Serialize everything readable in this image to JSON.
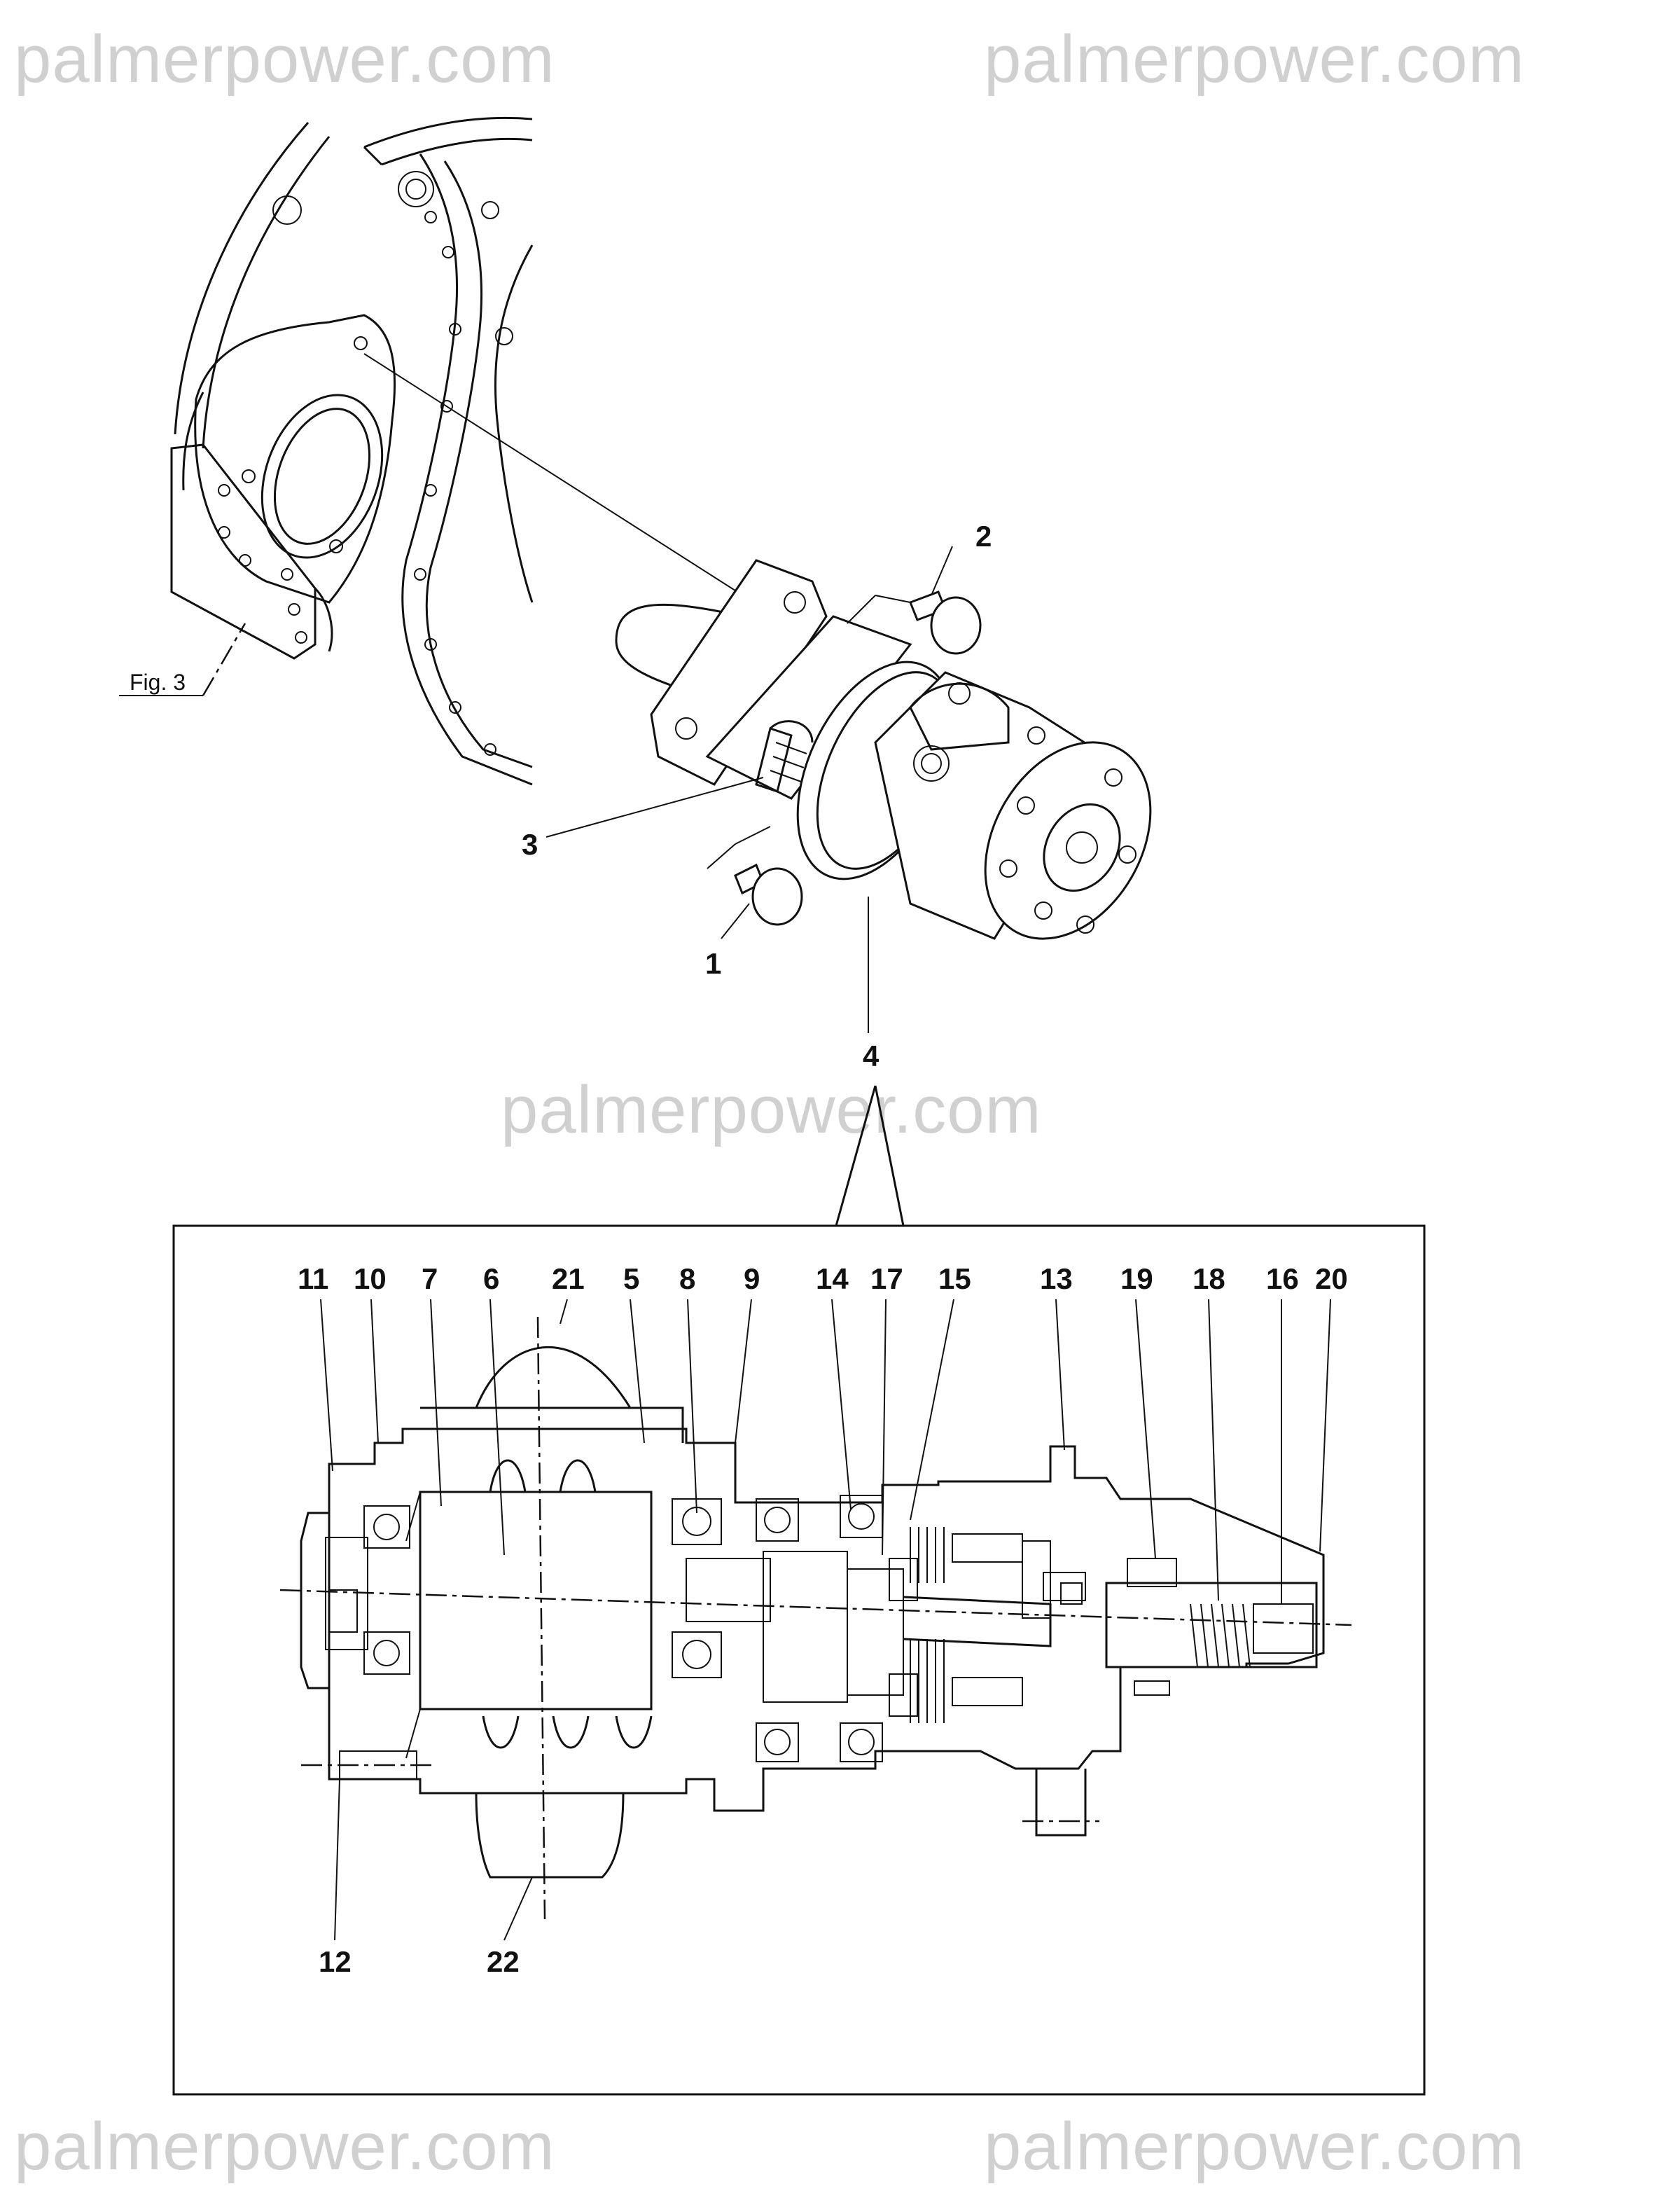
{
  "watermarks": [
    "palmerpower.com",
    "palmerpower.com",
    "palmerpower.com",
    "palmerpower.com",
    "palmerpower.com"
  ],
  "figure_reference": "Fig. 3",
  "callouts_top": [
    "1",
    "2",
    "3",
    "4"
  ],
  "callouts_section_top": [
    "11",
    "10",
    "7",
    "6",
    "21",
    "5",
    "8",
    "9",
    "14",
    "17",
    "15",
    "13",
    "19",
    "18",
    "16",
    "20"
  ],
  "callouts_section_bottom": [
    "12",
    "22"
  ]
}
